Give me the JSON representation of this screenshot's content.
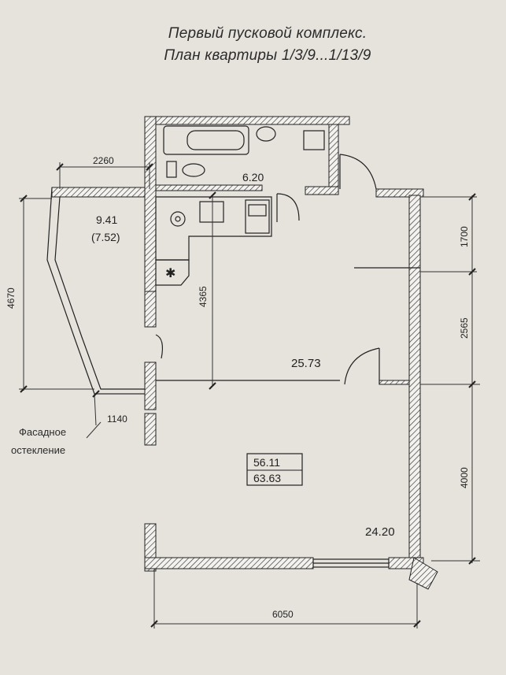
{
  "title": {
    "line1": "Первый пусковой комплекс.",
    "line2": "План квартиры 1/3/9...1/13/9"
  },
  "rooms": {
    "bathroom_area": "6.20",
    "living_area": "25.73",
    "bedroom_area": "24.20",
    "balcony_area": "9.41",
    "balcony_area_reduced": "(7.52)"
  },
  "totals": {
    "living_total": "56.11",
    "total_area": "63.63"
  },
  "dimensions": {
    "balcony_top": "2260",
    "balcony_left": "4670",
    "balcony_bottom": "1140",
    "kitchen_depth": "4365",
    "right_upper": "1700",
    "right_middle": "2565",
    "right_lower": "4000",
    "bottom_width": "6050"
  },
  "notes": {
    "facade_line1": "Фасадное",
    "facade_line2": "остекление"
  },
  "icons": {
    "ventilation": "asterisk-icon"
  }
}
